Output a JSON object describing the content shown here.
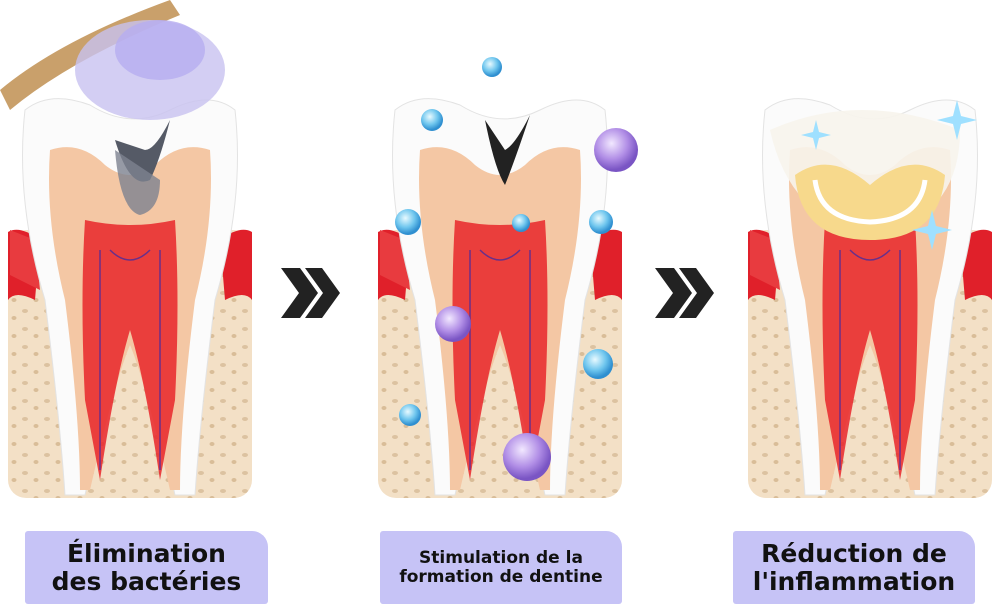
{
  "steps": [
    {
      "line1": "Élimination",
      "line2": "des bactéries"
    },
    {
      "line1": "Stimulation de la",
      "line2": "formation de dentine"
    },
    {
      "line1": "Réduction de",
      "line2": "l'inflammation"
    }
  ],
  "colors": {
    "label_bg": "#c6c3f6",
    "gum": "#e0202a",
    "bone": "#f1dcc0",
    "dentin": "#f4c7a4",
    "pulp": "#e8262a",
    "arrow": "#222222"
  }
}
